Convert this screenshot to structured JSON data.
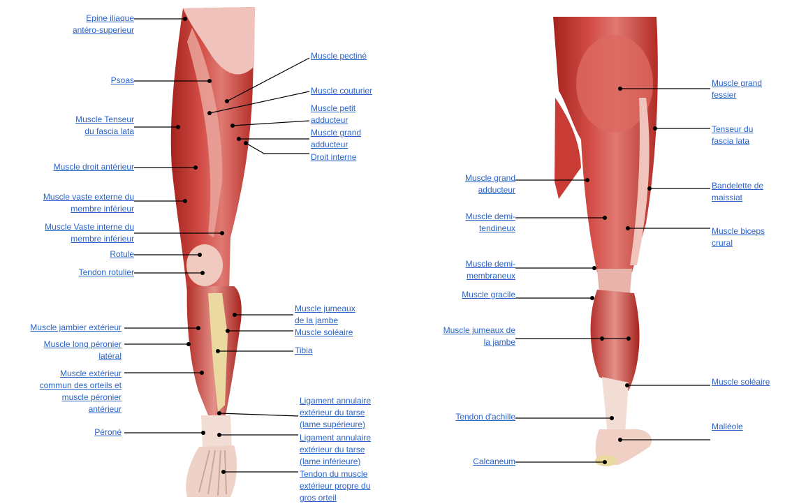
{
  "colors": {
    "link": "#2a63c8",
    "leader": "#000000",
    "muscle_dark": "#a5231e",
    "muscle_mid": "#cf4741",
    "muscle_light": "#e8978f",
    "tendon": "#f2ddd4",
    "bone": "#ead9a0"
  },
  "front_labels": [
    {
      "id": "epine-iliaque",
      "lines": [
        "Epine iliaque",
        "antéro-superieur"
      ]
    },
    {
      "id": "psoas",
      "lines": [
        "Psoas"
      ]
    },
    {
      "id": "tenseur-fascia-lata",
      "lines": [
        "Muscle Tenseur",
        "du fascia lata"
      ]
    },
    {
      "id": "droit-anterieur",
      "lines": [
        "Muscle droit antérieur"
      ]
    },
    {
      "id": "vaste-externe",
      "lines": [
        "Muscle vaste externe du",
        "membre inférieur"
      ]
    },
    {
      "id": "vaste-interne",
      "lines": [
        "Muscle Vaste interne du",
        "membre inférieur"
      ]
    },
    {
      "id": "rotule",
      "lines": [
        "Rotule"
      ]
    },
    {
      "id": "tendon-rotulier",
      "lines": [
        "Tendon rotulier"
      ]
    },
    {
      "id": "jambier-exterieur",
      "lines": [
        "Muscle jambier extérieur"
      ]
    },
    {
      "id": "long-peronier",
      "lines": [
        "Muscle long péronier",
        "latéral"
      ]
    },
    {
      "id": "exterieur-commun",
      "lines": [
        "Muscle extérieur",
        "commun des orteils et",
        "muscle péronier",
        "antérieur"
      ]
    },
    {
      "id": "perone",
      "lines": [
        "Péroné"
      ]
    },
    {
      "id": "pectine",
      "lines": [
        "Muscle pectiné"
      ]
    },
    {
      "id": "couturier",
      "lines": [
        "Muscle couturier"
      ]
    },
    {
      "id": "petit-adducteur",
      "lines": [
        "Muscle petit",
        "adducteur"
      ]
    },
    {
      "id": "grand-adducteur-front",
      "lines": [
        "Muscle grand",
        "adducteur"
      ]
    },
    {
      "id": "droit-interne",
      "lines": [
        "Droit interne"
      ]
    },
    {
      "id": "jumeaux-front",
      "lines": [
        "Muscle jumeaux",
        "de la jambe"
      ]
    },
    {
      "id": "soleaire-front",
      "lines": [
        "Muscle soléaire"
      ]
    },
    {
      "id": "tibia",
      "lines": [
        "Tibia"
      ]
    },
    {
      "id": "ligament-superieur",
      "lines": [
        "Ligament annulaire",
        "extérieur du tarse",
        "(lame supérieure)"
      ]
    },
    {
      "id": "ligament-inferieur",
      "lines": [
        "Ligament annulaire",
        "extérieur du tarse",
        "(lame inférieure)"
      ]
    },
    {
      "id": "tendon-gros-orteil",
      "lines": [
        "Tendon du muscle",
        "extérieur propre du",
        "gros orteil"
      ]
    }
  ],
  "back_labels": [
    {
      "id": "grand-fessier",
      "lines": [
        "Muscle grand",
        "fessier"
      ]
    },
    {
      "id": "tenseur-back",
      "lines": [
        "Tenseur du",
        "fascia lata"
      ]
    },
    {
      "id": "bandelette",
      "lines": [
        "Bandelette de",
        "maissiat"
      ]
    },
    {
      "id": "biceps-crural",
      "lines": [
        "Muscle biceps",
        "crural"
      ]
    },
    {
      "id": "soleaire-back",
      "lines": [
        "Muscle soléaire"
      ]
    },
    {
      "id": "malleole",
      "lines": [
        "Malléole"
      ]
    },
    {
      "id": "grand-adducteur-back",
      "lines": [
        "Muscle grand",
        "adducteur"
      ]
    },
    {
      "id": "demi-tendineux",
      "lines": [
        "Muscle demi-",
        "tendineux"
      ]
    },
    {
      "id": "demi-membraneux",
      "lines": [
        "Muscle demi-",
        "membraneux"
      ]
    },
    {
      "id": "gracile",
      "lines": [
        "Muscle gracile"
      ]
    },
    {
      "id": "jumeaux-back",
      "lines": [
        "Muscle jumeaux de",
        "la jambe"
      ]
    },
    {
      "id": "achille",
      "lines": [
        "Tendon d'achille"
      ]
    },
    {
      "id": "calcaneum",
      "lines": [
        "Calcaneum"
      ]
    }
  ]
}
